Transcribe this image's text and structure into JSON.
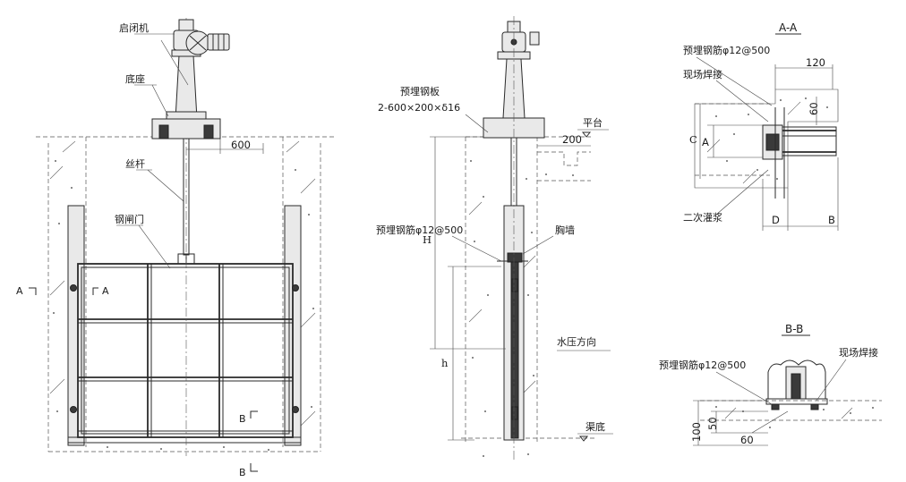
{
  "labels": {
    "hoist": "启闭机",
    "base": "底座",
    "stem": "丝杆",
    "gate": "钢闸门",
    "embedded_plate": "预埋钢板",
    "embedded_plate_spec": "2-600×200×δ16",
    "embedded_rebar_front": "预埋钢筋φ12@500",
    "breast_wall": "胸墙",
    "platform": "平台",
    "pressure_direction": "水压方向",
    "channel_bottom": "渠底",
    "section_aa_embedded_rebar": "预埋钢筋φ12@500",
    "section_aa_site_weld": "现场焊接",
    "section_aa_grout": "二次灌浆",
    "section_bb_embedded_rebar": "预埋钢筋φ12@500",
    "section_bb_site_weld": "现场焊接"
  },
  "section_titles": {
    "aa": "A-A",
    "bb": "B-B"
  },
  "section_marks": {
    "a_left": "A",
    "a_right": "A",
    "b_top": "B",
    "b_bottom": "B"
  },
  "dimensions": {
    "front_600": "600",
    "side_200": "200",
    "side_H": "H",
    "side_h": "h",
    "aa_120": "120",
    "aa_60": "60",
    "aa_C": "C",
    "aa_A": "A",
    "aa_D": "D",
    "aa_B": "B",
    "bb_100": "100",
    "bb_50": "50",
    "bb_60": "60"
  }
}
